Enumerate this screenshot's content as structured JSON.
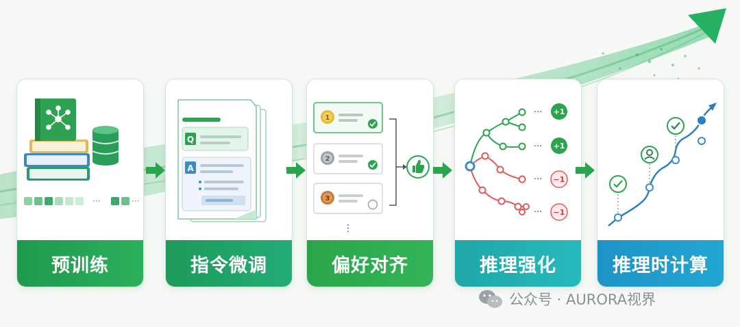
{
  "stages": [
    {
      "label": "预训练",
      "icon": "books-and-database-icon"
    },
    {
      "label": "指令微调",
      "icon": "qa-documents-icon"
    },
    {
      "label": "偏好对齐",
      "icon": "ranked-responses-icon"
    },
    {
      "label": "推理强化",
      "icon": "reasoning-tree-icon"
    },
    {
      "label": "推理时计算",
      "icon": "rising-trajectory-icon"
    }
  ],
  "ranking": {
    "ranks": [
      "1",
      "2",
      "3"
    ],
    "more": "⋮"
  },
  "qa": {
    "question_tag": "Q",
    "answer_tag": "A"
  },
  "reasoning": {
    "rewards": [
      "+1",
      "+1",
      "−1",
      "−1"
    ],
    "ellipsis": "···"
  },
  "tokens": {
    "ellipsis": "···"
  },
  "watermark": {
    "text": "公众号 · AURORA视界",
    "icon": "wechat-icon"
  },
  "colors": {
    "green": "#2bb05c",
    "teal": "#27b9bc",
    "blue": "#23a6d2",
    "positive": "#2aa54c",
    "negative": "#e04848"
  }
}
